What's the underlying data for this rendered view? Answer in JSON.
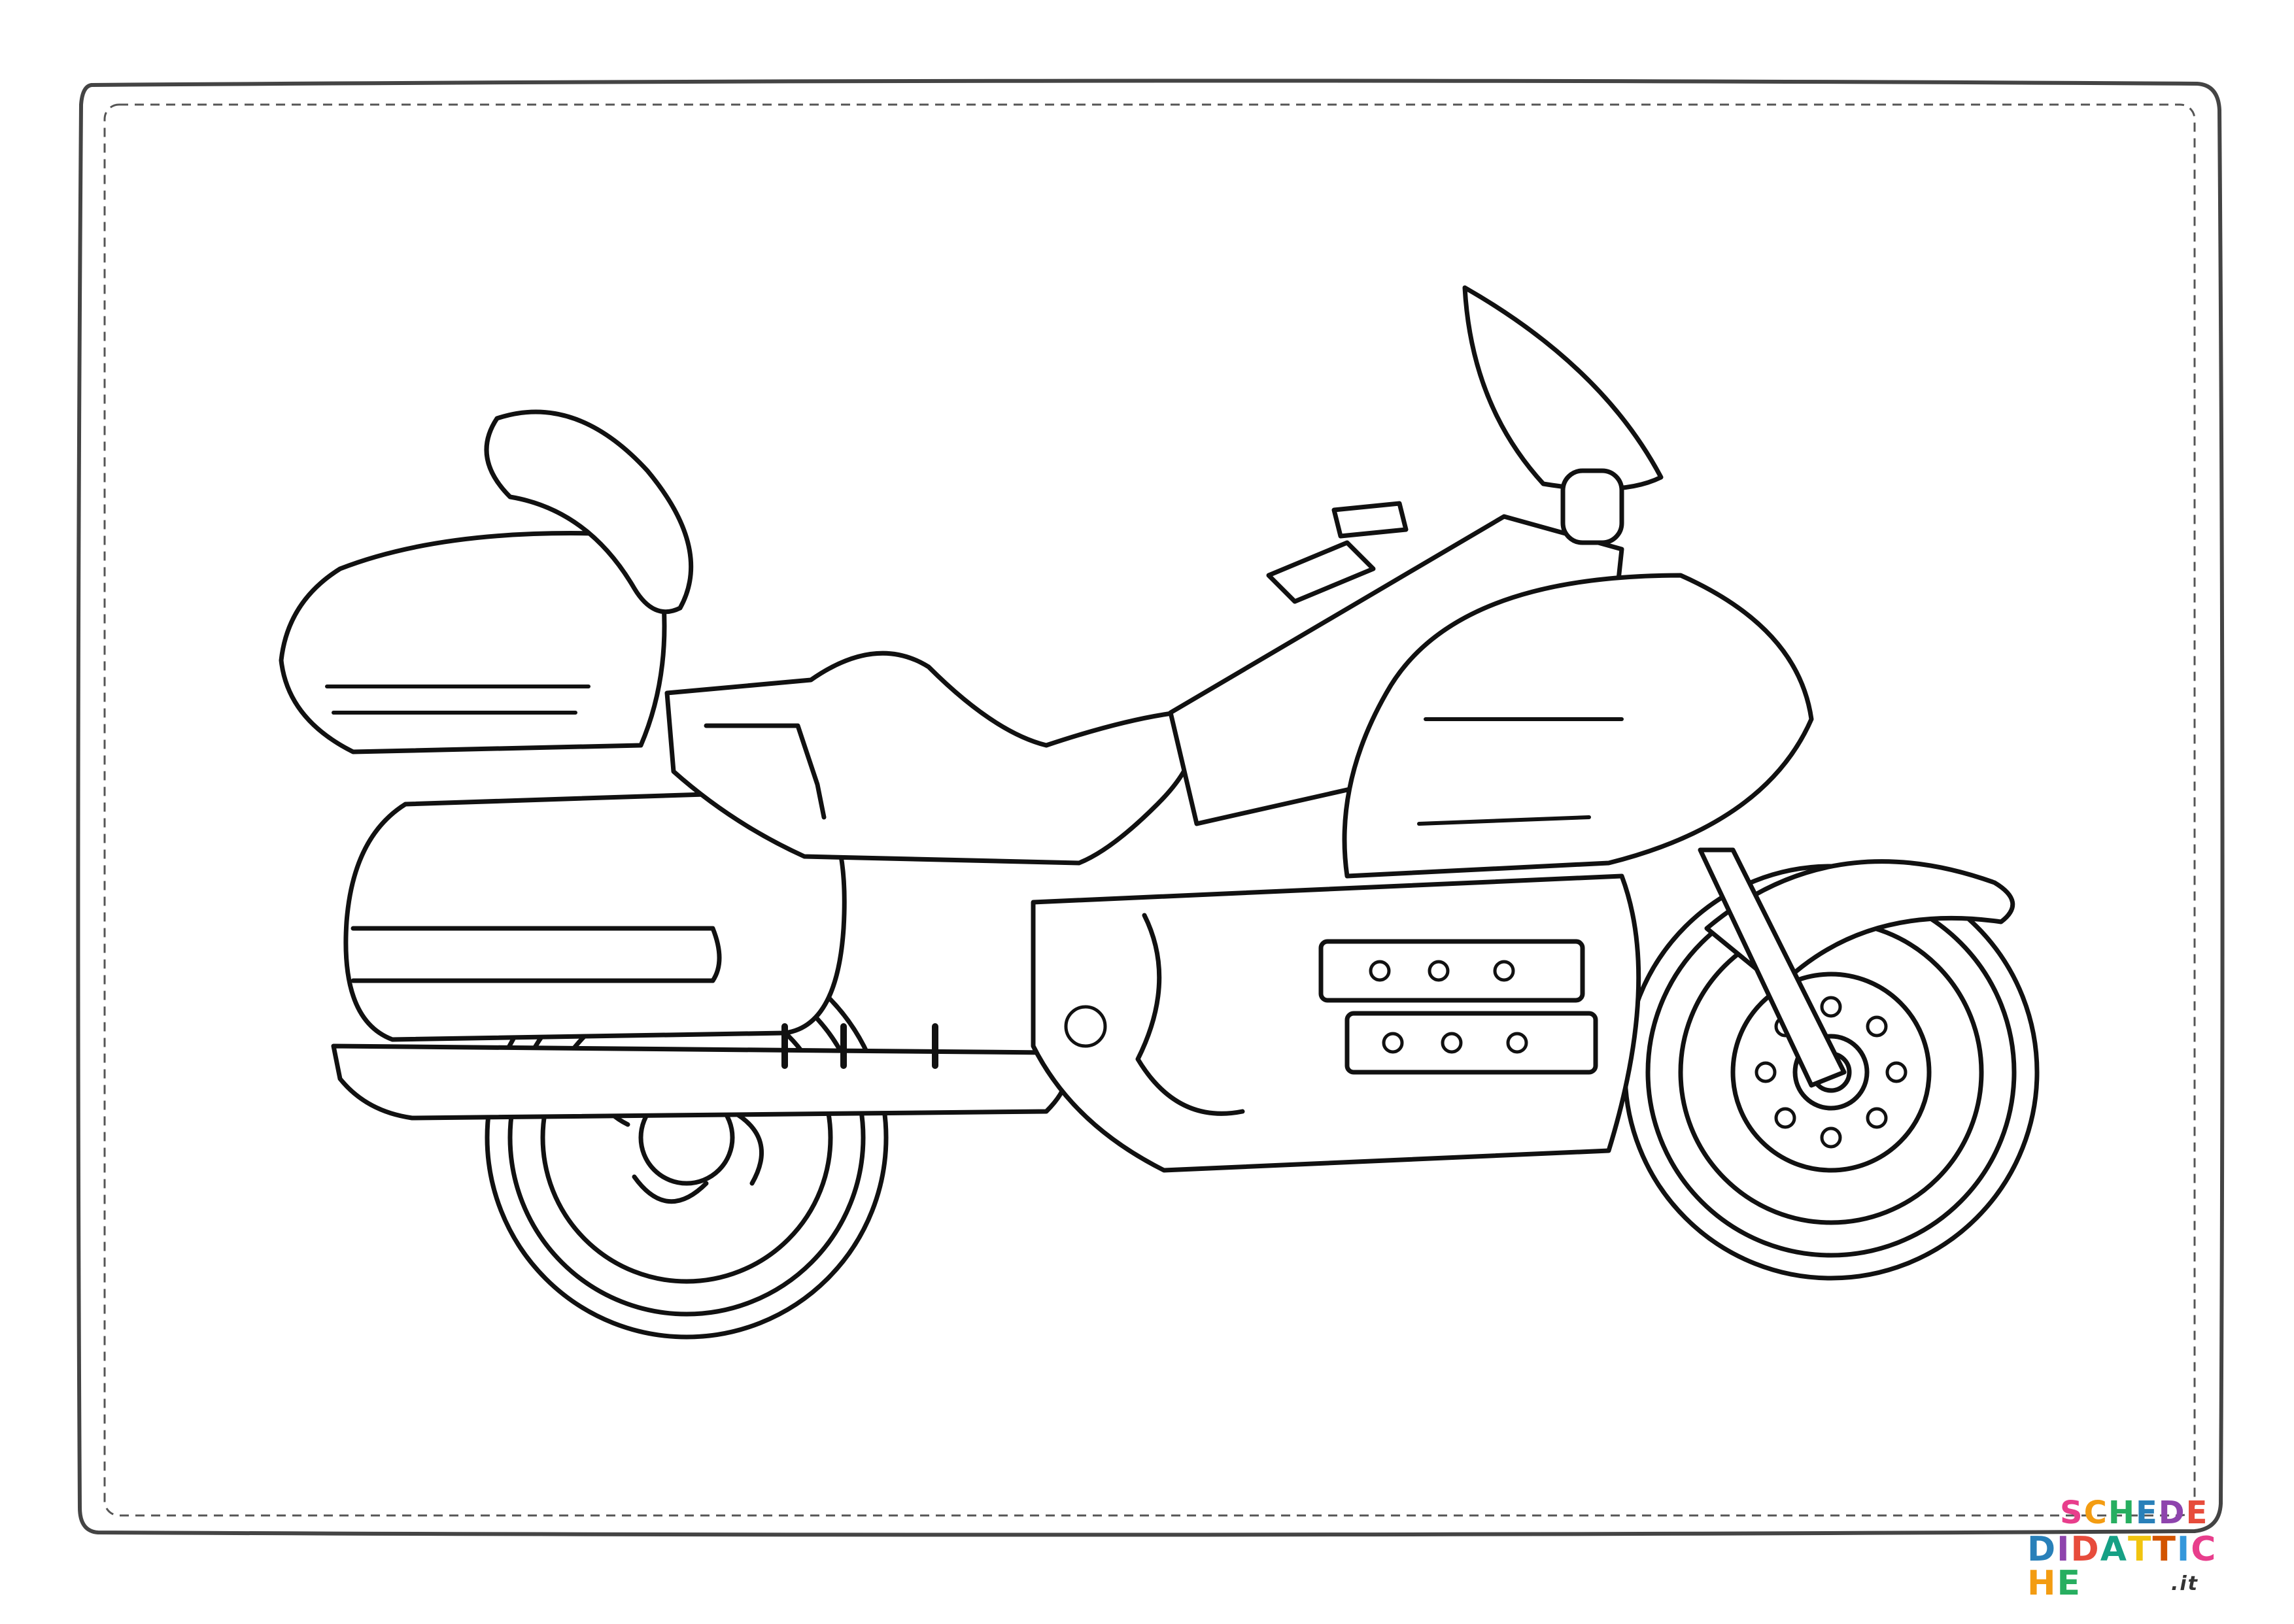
{
  "logo": {
    "line1": "SCHEDE",
    "line2": "DIDATTICHE",
    "line3": ".it",
    "letter_colors": [
      "#e83e8c",
      "#f39c12",
      "#27ae60",
      "#2980b9",
      "#8e44ad",
      "#e74c3c",
      "#16a085",
      "#f1c40f",
      "#d35400",
      "#3498db"
    ]
  },
  "colors": {
    "ink": "#111111",
    "frame": "#444444",
    "paper": "#ffffff"
  },
  "illustration": {
    "subject-icon": "motorcycle-icon"
  }
}
